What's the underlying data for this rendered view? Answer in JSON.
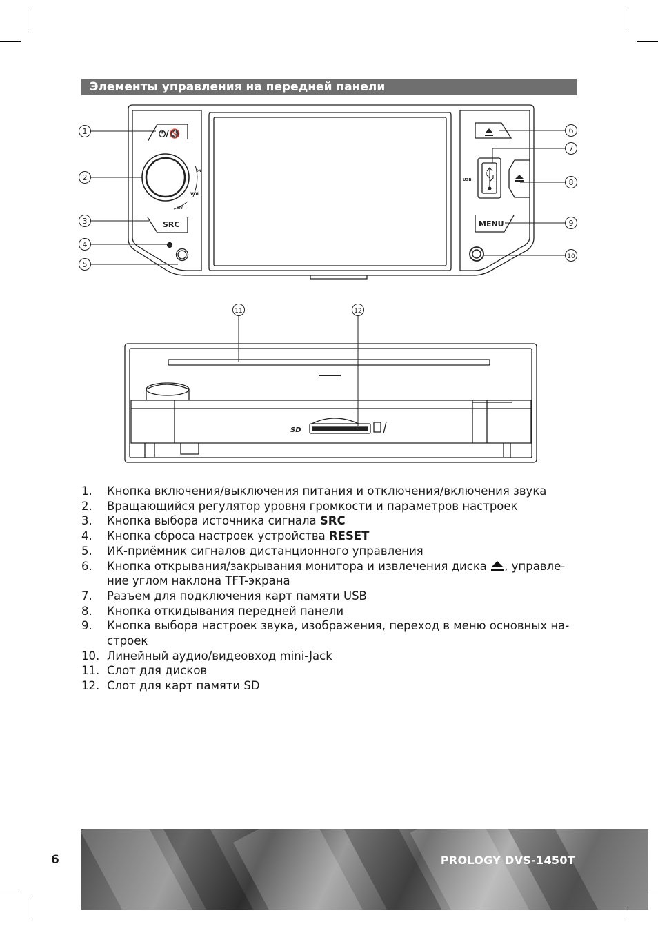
{
  "section_title": "Элементы управления на передней панели",
  "diagram_labels": {
    "power_mute_button": "⏻/🔇",
    "src_button": "SRC",
    "menu_button": "MENU",
    "vol": "VOL",
    "on": "ON",
    "off": "OFF",
    "usb": "USB",
    "sd": "SD"
  },
  "callouts": [
    "1",
    "2",
    "3",
    "4",
    "5",
    "6",
    "7",
    "8",
    "9",
    "10",
    "11",
    "12"
  ],
  "items": [
    {
      "num": "1.",
      "text": "Кнопка включения/выключения питания и отключения/включения звука"
    },
    {
      "num": "2.",
      "text": "Вращающийся регулятор уровня громкости и параметров настроек"
    },
    {
      "num": "3.",
      "text": "Кнопка выбора источника сигнала ",
      "bold": "SRC"
    },
    {
      "num": "4.",
      "text": "Кнопка сброса настроек устройства ",
      "bold": "RESET"
    },
    {
      "num": "5.",
      "text": "ИК-приёмник сигналов дистанционного управления"
    },
    {
      "num": "6.",
      "text": "Кнопка открывания/закрывания монитора и извлечения диска",
      "tail": ", управле-ние углом наклона TFT-экрана"
    },
    {
      "num": "7.",
      "text": "Разъем для подключения карт памяти USB"
    },
    {
      "num": "8.",
      "text": "Кнопка откидывания передней панели"
    },
    {
      "num": "9.",
      "text": "Кнопка выбора настроек звука, изображения, переход в меню основных на-строек"
    },
    {
      "num": "10.",
      "text": "Линейный аудио/видеовход mini-Jack"
    },
    {
      "num": "11.",
      "text": "Слот для дисков"
    },
    {
      "num": "12.",
      "text": "Слот для карт памяти SD"
    }
  ],
  "footer": {
    "page_number": "6",
    "brand": "PROLOGY DVS-1450T"
  }
}
